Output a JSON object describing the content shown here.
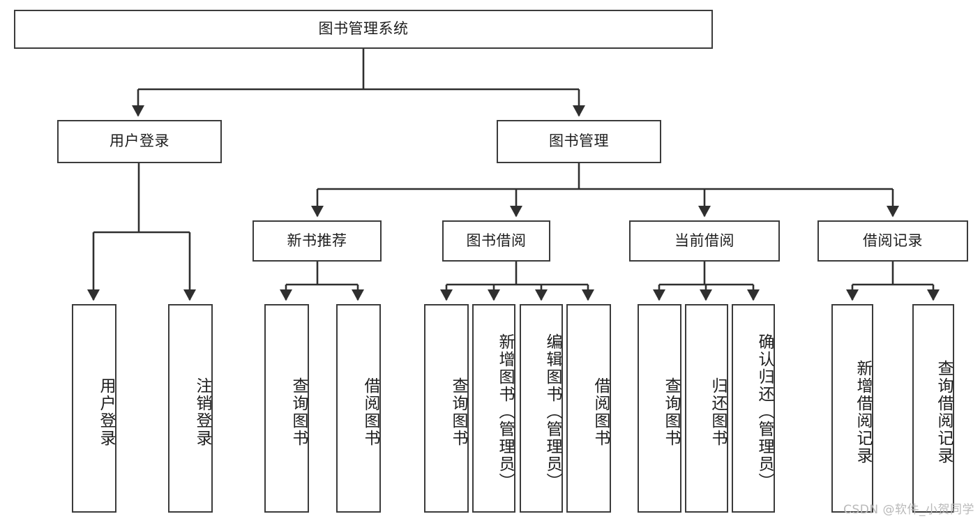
{
  "diagram": {
    "type": "tree-hierarchy",
    "title": "图书管理系统",
    "watermark": "CSDN @软件_小贺同学",
    "colors": {
      "box_border": "#3b3b3b",
      "box_fill": "#ffffff",
      "connector": "#2f2f2f",
      "text": "#1d1d1d",
      "watermark": "#b9b9b9"
    },
    "levels": {
      "root": {
        "label": "图书管理系统"
      },
      "level1": [
        {
          "label": "用户登录"
        },
        {
          "label": "图书管理"
        }
      ],
      "level2": [
        {
          "label": "新书推荐"
        },
        {
          "label": "图书借阅"
        },
        {
          "label": "当前借阅"
        },
        {
          "label": "借阅记录"
        }
      ],
      "leaves": {
        "user_login": [
          {
            "label": "用户登录"
          },
          {
            "label": "注销登录"
          }
        ],
        "new_book_recommend": [
          {
            "label": "查询图书"
          },
          {
            "label": "借阅图书"
          }
        ],
        "book_borrow": [
          {
            "label": "查询图书"
          },
          {
            "label": "新增图书（管理员）"
          },
          {
            "label": "编辑图书（管理员）"
          },
          {
            "label": "借阅图书"
          }
        ],
        "current_borrow": [
          {
            "label": "查询图书"
          },
          {
            "label": "归还图书"
          },
          {
            "label": "确认归还（管理员）"
          }
        ],
        "borrow_record": [
          {
            "label": "新增借阅记录"
          },
          {
            "label": "查询借阅记录"
          }
        ]
      }
    }
  }
}
